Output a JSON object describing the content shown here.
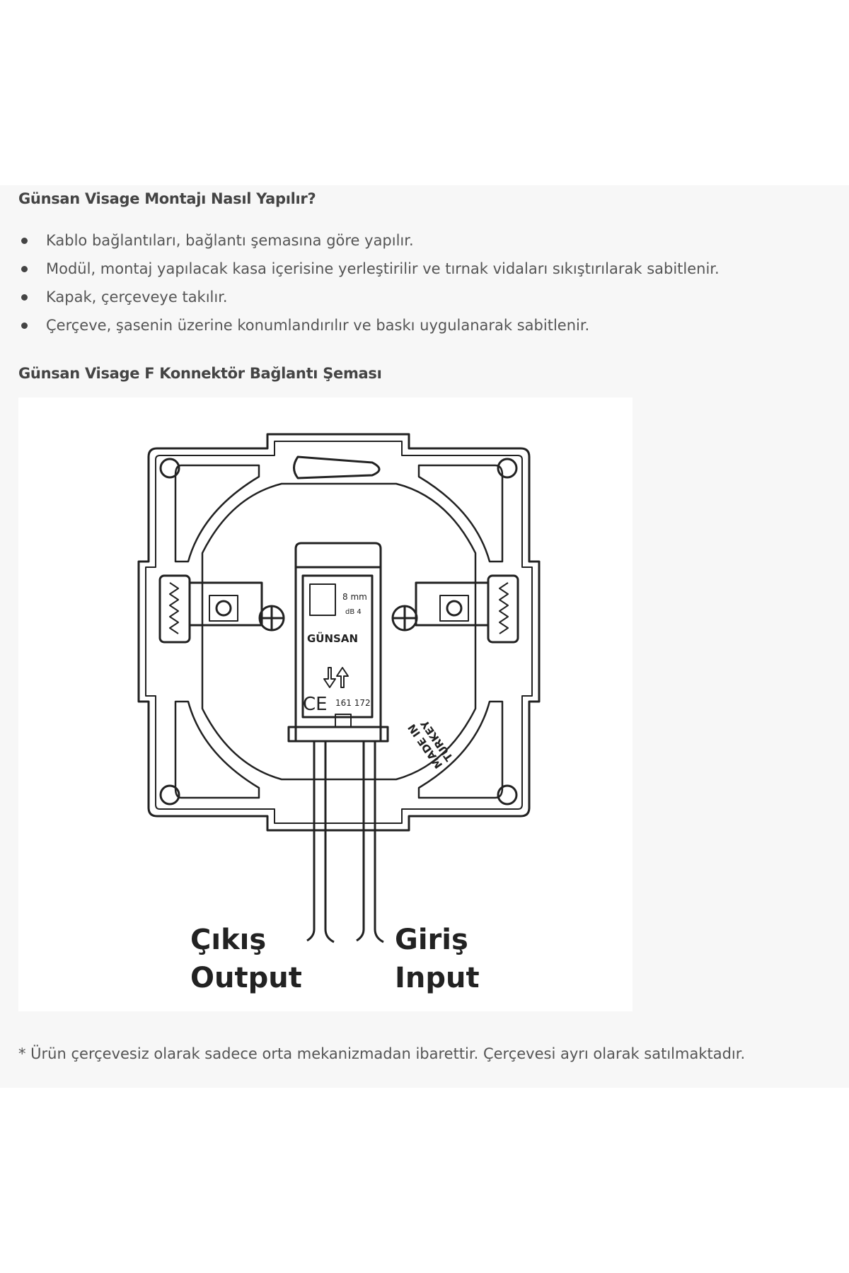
{
  "section_mounting": {
    "title": "Günsan Visage Montajı Nasıl Yapılır?",
    "steps": [
      "Kablo bağlantıları, bağlantı şemasına göre yapılır.",
      "Modül, montaj yapılacak kasa içerisine yerleştirilir ve tırnak vidaları sıkıştırılarak sabitlenir.",
      "Kapak, çerçeveye takılır.",
      "Çerçeve, şasenin üzerine konumlandırılır ve baskı uygulanarak sabitlenir."
    ]
  },
  "section_diagram": {
    "title": "Günsan Visage F Konnektör Bağlantı Şeması",
    "diagram": {
      "label_8mm": "8 mm",
      "label_db": "dB 4",
      "brand": "GÜNSAN",
      "ce_mark": "CE",
      "code": "161 172",
      "made_in": "MADE IN",
      "turkey": "TURKEY",
      "output_tr": "Çıkış",
      "output_en": "Output",
      "input_tr": "Giriş",
      "input_en": "Input"
    }
  },
  "footnote": "* Ürün çerçevesiz olarak sadece orta mekanizmadan ibarettir. Çerçevesi ayrı olarak satılmaktadır."
}
